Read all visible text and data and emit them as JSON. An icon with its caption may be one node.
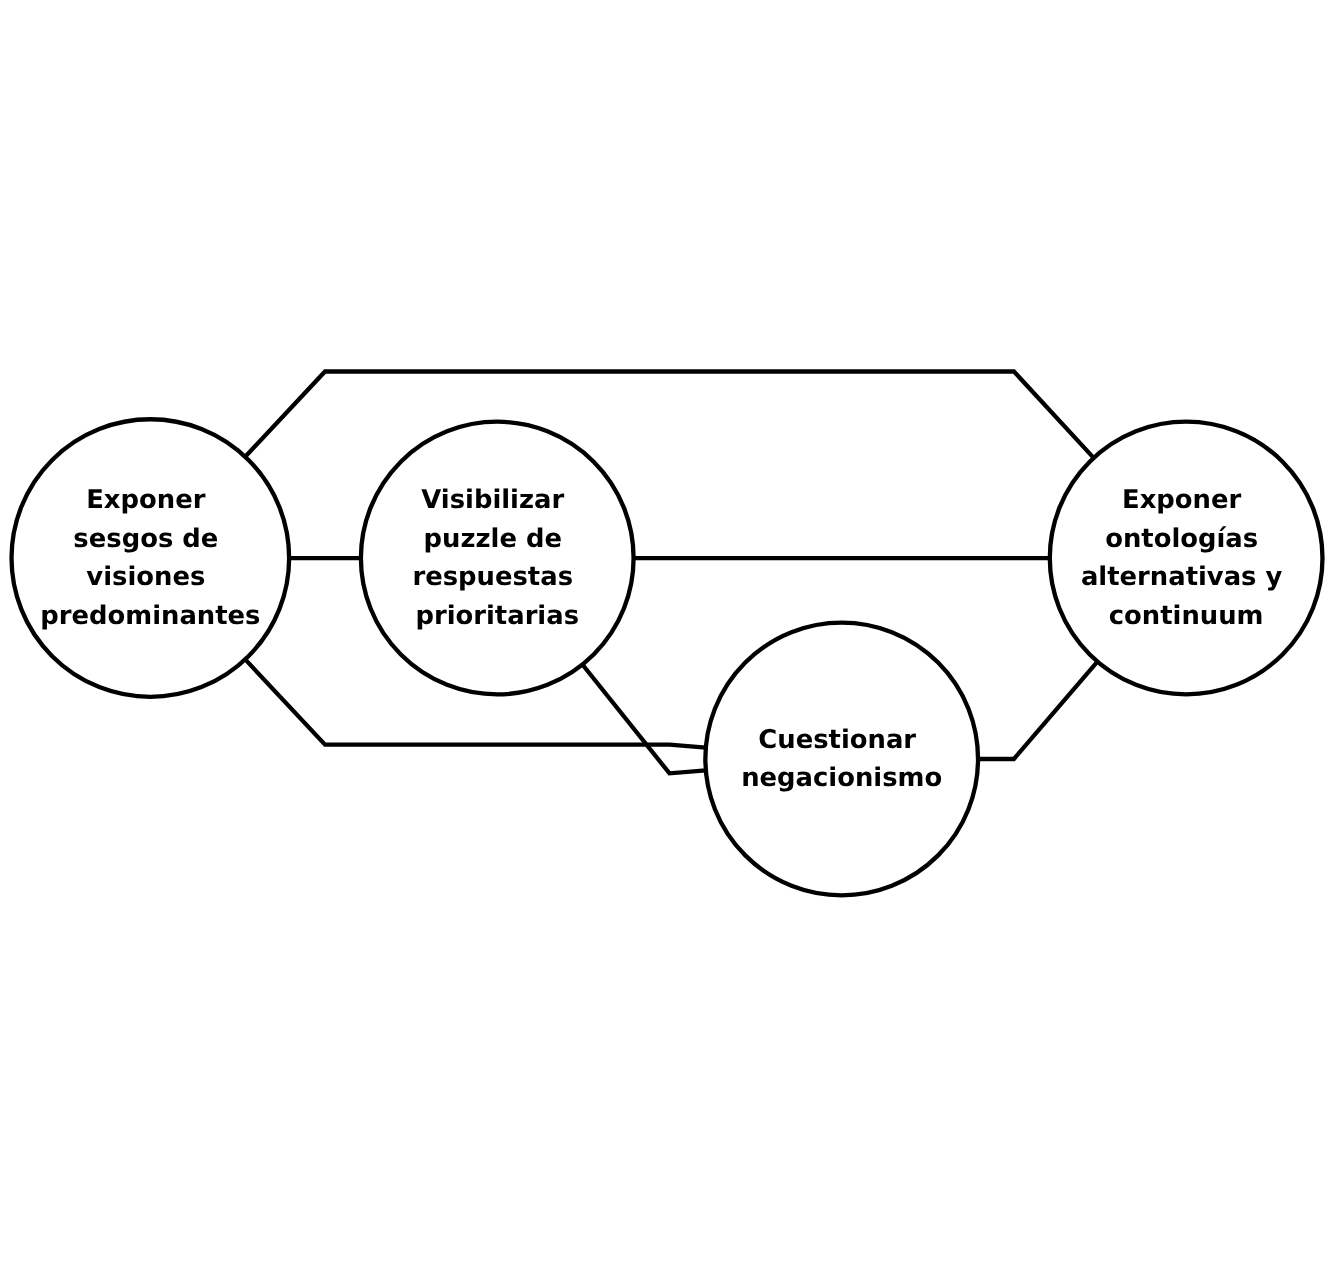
{
  "diagram": {
    "nodes": [
      {
        "text": [
          "Exponer sesgos de visiones predominantes"
        ]
      },
      {
        "text": [
          "Visibilizar puzzle de respuestas prioritarias"
        ]
      },
      {
        "text": [
          "Cuestionar negacionismo"
        ]
      },
      {
        "text": [
          "Exponer ontologías alternativas y continuum"
        ]
      }
    ],
    "edges": [
      {
        "from": 0,
        "to": 1,
        "arrow": "none"
      },
      {
        "from": 0,
        "to": 2,
        "arrow": "none"
      },
      {
        "from": 0,
        "to": 3,
        "arrow": "none"
      },
      {
        "from": 1,
        "to": 2,
        "arrow": "none"
      },
      {
        "from": 1,
        "to": 3,
        "arrow": "none"
      },
      {
        "from": 2,
        "to": 3,
        "arrow": "none"
      }
    ]
  }
}
